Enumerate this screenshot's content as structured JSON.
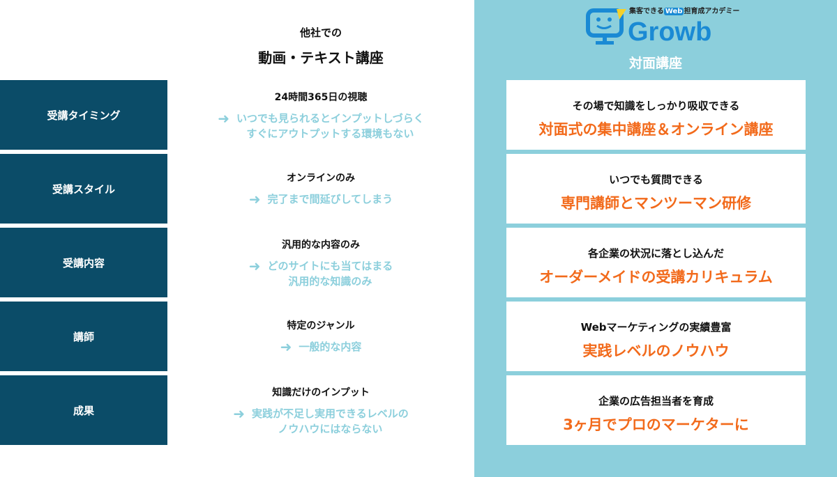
{
  "header": {
    "subtitle": "他社での",
    "title": "動画・テキスト講座"
  },
  "logo": {
    "tagline_pre": "集客できる",
    "tagline_web": "Web",
    "tagline_post": "担育成アカデミー",
    "name": "Growb"
  },
  "panel_title": "対面講座",
  "colors": {
    "dark": "#0b4c68",
    "light": "#8ccfdc",
    "accent": "#f26a1b",
    "brand": "#1a8ad4"
  },
  "rows": [
    {
      "label": "受講タイミング",
      "other_head": "24時間365日の視聴",
      "other_desc": [
        "いつでも見られるとインプットしづらく",
        "すぐにアウトプットする環境もない"
      ],
      "growb_head": "その場で知識をしっかり吸収できる",
      "growb_main": "対面式の集中講座＆オンライン講座"
    },
    {
      "label": "受講スタイル",
      "other_head": "オンラインのみ",
      "other_desc": [
        "完了まで間延びしてしまう"
      ],
      "growb_head": "いつでも質問できる",
      "growb_main": "専門講師とマンツーマン研修"
    },
    {
      "label": "受講内容",
      "other_head": "汎用的な内容のみ",
      "other_desc": [
        "どのサイトにも当てはまる",
        "汎用的な知識のみ"
      ],
      "growb_head": "各企業の状況に落とし込んだ",
      "growb_main": "オーダーメイドの受講カリキュラム"
    },
    {
      "label": "講師",
      "other_head": "特定のジャンル",
      "other_desc": [
        "一般的な内容"
      ],
      "growb_head": "Webマーケティングの実績豊富",
      "growb_main": "実践レベルのノウハウ"
    },
    {
      "label": "成果",
      "other_head": "知識だけのインプット",
      "other_desc": [
        "実践が不足し実用できるレベルの",
        "ノウハウにはならない"
      ],
      "growb_head": "企業の広告担当者を育成",
      "growb_main": "3ヶ月でプロのマーケターに"
    }
  ]
}
